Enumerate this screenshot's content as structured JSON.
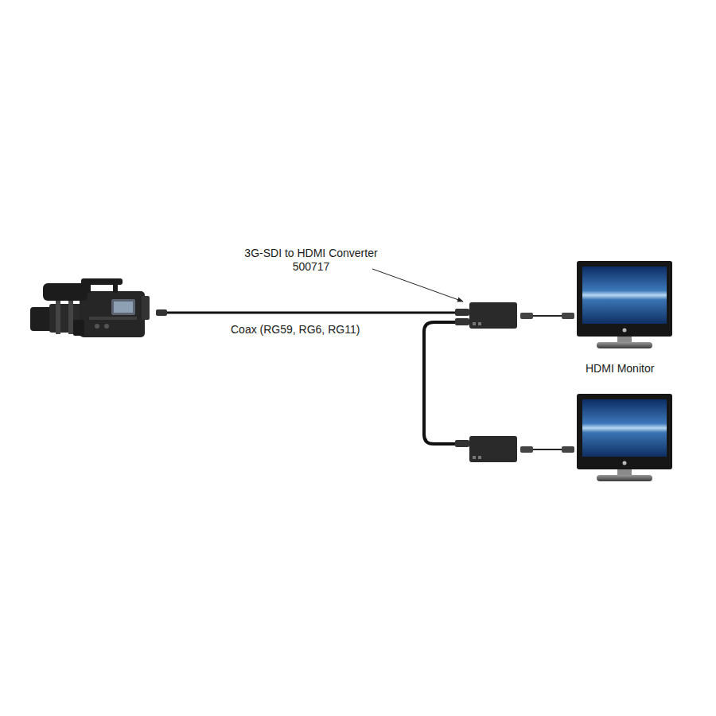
{
  "diagram": {
    "labels": [
      "3G-SDI to HDMI Converter 500717",
      "Coax (RG59, RG6, RG11)",
      "HDMI Monitor"
    ]
  }
}
